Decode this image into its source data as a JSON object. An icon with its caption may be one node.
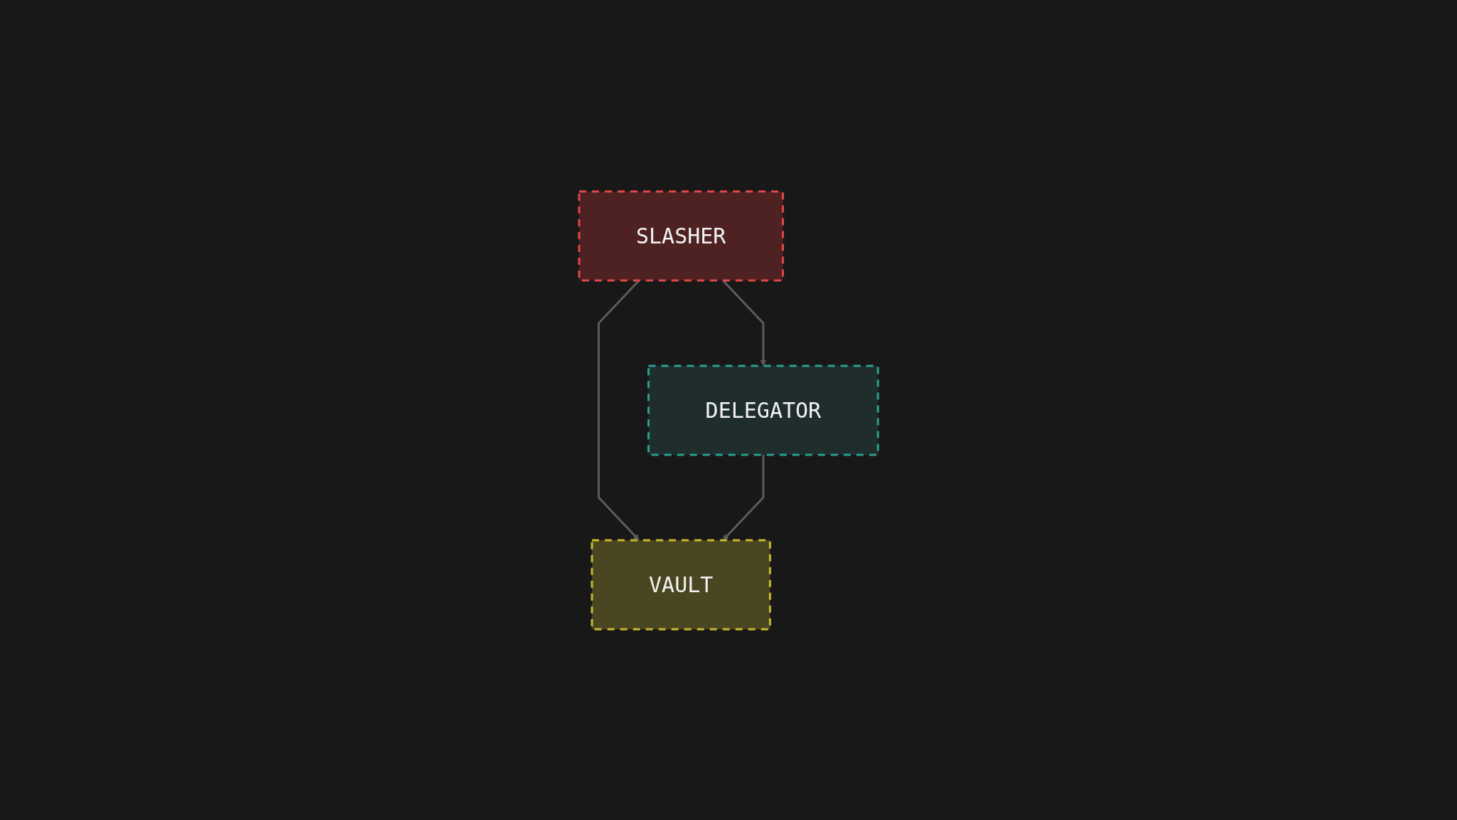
{
  "diagram": {
    "nodes": [
      {
        "text": [
          "VAULT"
        ]
      },
      {
        "text": [
          "SLASHER"
        ]
      },
      {
        "text": [
          "DELEGATOR"
        ]
      }
    ],
    "edges": [
      {
        "from": 1,
        "to": 0,
        "arrow": "to"
      },
      {
        "from": 2,
        "to": 0,
        "arrow": "to"
      },
      {
        "from": 1,
        "to": 2,
        "arrow": "to"
      }
    ]
  }
}
